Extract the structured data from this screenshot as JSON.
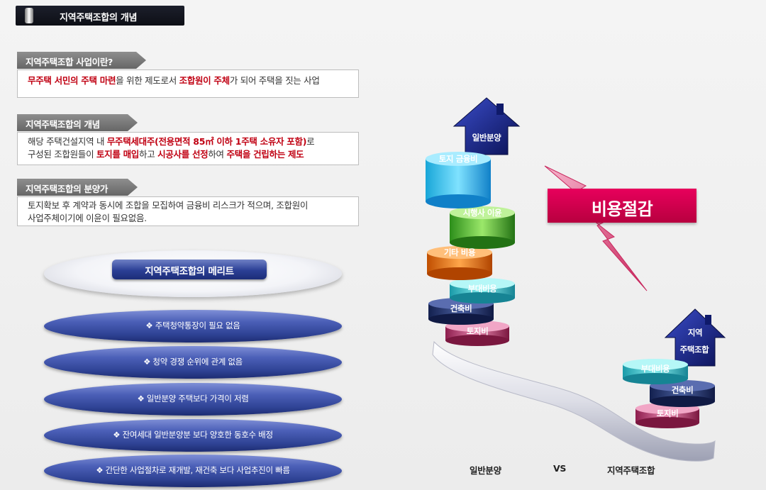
{
  "title": "지역주택조합의 개념",
  "sections": [
    {
      "tab": "지역주택조합 사업이란?",
      "lines": [
        [
          {
            "t": "무주택 서민의 주택 마련",
            "red": true
          },
          {
            "t": "을 위한 제도로서 ",
            "red": false
          },
          {
            "t": "조합원이 주체",
            "red": true
          },
          {
            "t": "가 되어 주택을 짓는 사업",
            "red": false
          }
        ]
      ]
    },
    {
      "tab": "지역주택조합의 개념",
      "lines": [
        [
          {
            "t": "해당 주택건설지역 내 ",
            "red": false
          },
          {
            "t": "무주택세대주(전용면적 85㎡ 이하 1주택 소유자 포함)",
            "red": true
          },
          {
            "t": "로",
            "red": false
          }
        ],
        [
          {
            "t": "구성된 조합원들이 ",
            "red": false
          },
          {
            "t": "토지를 매입",
            "red": true
          },
          {
            "t": "하고 ",
            "red": false
          },
          {
            "t": "시공사를 선정",
            "red": true
          },
          {
            "t": "하여 ",
            "red": false
          },
          {
            "t": "주택을 건립하는 제도",
            "red": true
          }
        ]
      ]
    },
    {
      "tab": "지역주택조합의 분양가",
      "lines": [
        [
          {
            "t": "토지확보 후 계약과 동시에 조합을 모집하여 금융비 리스크가 적으며, 조합원이",
            "red": false
          }
        ],
        [
          {
            "t": "사업주체이기에 이윤이 필요없음.",
            "red": false
          }
        ]
      ]
    }
  ],
  "merits": {
    "title": "지역주택조합의 메리트",
    "bullet": "❖",
    "items": [
      "주택청약통장이 필요 없음",
      "청약 경쟁 순위에 관계 없음",
      "일반분양 주택보다 가격이 저렴",
      "잔여세대 일반분양분 보다 양호한 동호수 배정",
      "간단한 사업절차로 재개발, 재건축 보다 사업추진이 빠름"
    ]
  },
  "diagram": {
    "left_house": "일반분양",
    "left_layers": [
      "토지 금융비",
      "시행사 이윤",
      "기타 비용",
      "부대비용",
      "건축비",
      "토지비"
    ],
    "right_house_line1": "지역",
    "right_house_line2": "주택조합",
    "right_layers": [
      "부대비용",
      "건축비",
      "토지비"
    ],
    "banner": "비용절감",
    "label_left": "일반분양",
    "label_vs": "VS",
    "label_right": "지역주택조합"
  },
  "colors": {
    "red_text": "#c00012",
    "banner": "#d8004f",
    "house": "#1a237e",
    "merit_disc": "#3a4fa8"
  }
}
